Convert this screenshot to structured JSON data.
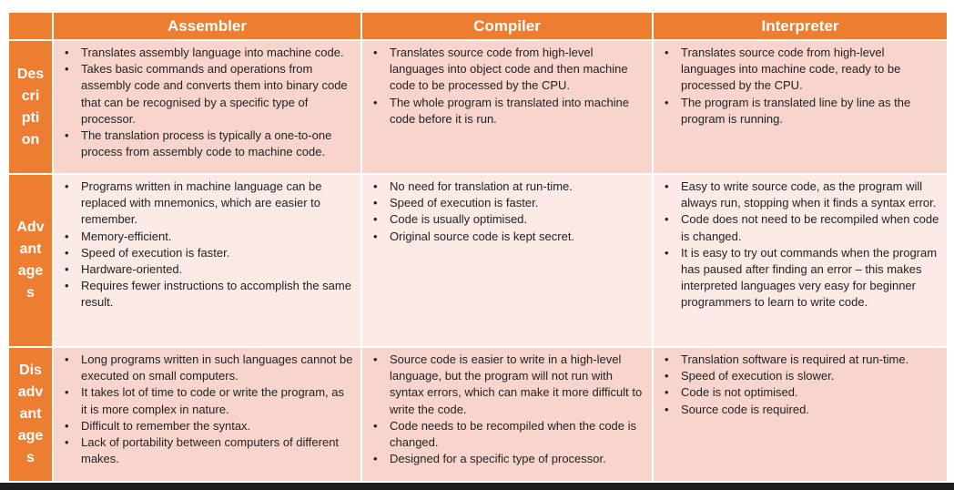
{
  "headers": [
    "",
    "Assembler",
    "Compiler",
    "Interpreter"
  ],
  "rows": [
    {
      "label": "Description",
      "cells": [
        [
          "Translates assembly language into machine code.",
          "Takes basic commands and operations from assembly code and converts them into binary code that can be recognised by a specific type of processor.",
          "The translation process is typically a one-to-one process from assembly code to machine code."
        ],
        [
          "Translates source code from high-level languages into object code and then machine code to be processed by the CPU.",
          "The whole program is translated into machine code before it is run."
        ],
        [
          "Translates source code from high-level languages into machine code, ready to be processed by the CPU.",
          "The program is translated line by line as the program is running."
        ]
      ]
    },
    {
      "label": "Advantages",
      "cells": [
        [
          "Programs written in machine language can be replaced with mnemonics, which are easier to remember.",
          "Memory-efficient.",
          "Speed of execution is faster.",
          "Hardware-oriented.",
          "Requires fewer instructions to accomplish the same result."
        ],
        [
          "No need for translation at run-time.",
          "Speed of execution is faster.",
          "Code is usually optimised.",
          "Original source code is kept secret."
        ],
        [
          "Easy to write source code, as the program will always run, stopping when it finds a syntax error.",
          "Code does not need to be recompiled when code is changed.",
          "It is easy to try out commands when the program has paused after finding an error – this makes interpreted languages very easy for beginner programmers to learn to write code."
        ]
      ]
    },
    {
      "label": "Disadvantages",
      "cells": [
        [
          "Long programs written in such languages cannot be executed on small computers.",
          "It takes lot of time to code or write the program, as it is more complex in nature.",
          "Difficult to remember the syntax.",
          "Lack of portability between computers of different makes."
        ],
        [
          "Source code is easier to write in a high-level language, but the program will not run with syntax errors, which can make it more difficult to write the code.",
          "Code needs to be recompiled when the code is changed.",
          "Designed for a specific type of processor."
        ],
        [
          "Translation software is required at run-time.",
          "Speed of execution is slower.",
          "Code is not optimised.",
          "Source code is required."
        ]
      ]
    }
  ],
  "colors": {
    "header": "#ed7d31",
    "row_dark": "#f8d5cc",
    "row_light": "#fbeae6"
  }
}
